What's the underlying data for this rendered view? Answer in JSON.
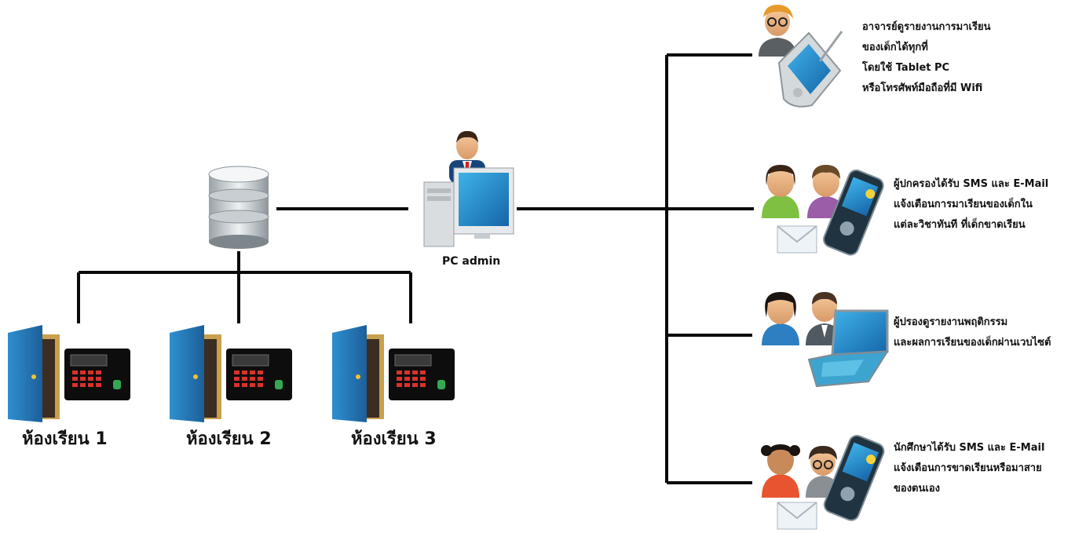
{
  "pc": {
    "label": "PC admin"
  },
  "rooms": [
    {
      "label": "ห้องเรียน 1"
    },
    {
      "label": "ห้องเรียน 2"
    },
    {
      "label": "ห้องเรียน 3"
    }
  ],
  "recipients": [
    {
      "id": "teacher",
      "lines": [
        "อาจารย์ดูรายงานการมาเรียน",
        "ของเด็กได้ทุกที่",
        "โดยใช้ Tablet PC",
        "หรือโทรศัพท์มือถือที่มี Wifi"
      ]
    },
    {
      "id": "parents",
      "lines": [
        "ผู้ปกครองได้รับ SMS และ E-Mail",
        "แจ้งเตือนการมาเรียนของเด็กใน",
        "แต่ละวิชาทันที ที่เด็กขาดเรียน"
      ]
    },
    {
      "id": "guardians",
      "lines": [
        "ผู้ปรองดูรายงานพฤติกรรม",
        "และผลการเรียนของเด็กผ่านเวบไซต์"
      ]
    },
    {
      "id": "students",
      "lines": [
        "นักศึกษาได้รับ SMS และ E-Mail",
        "แจ้งเตือนการขาดเรียนหรือมาสาย",
        "ของตนเอง"
      ]
    }
  ]
}
